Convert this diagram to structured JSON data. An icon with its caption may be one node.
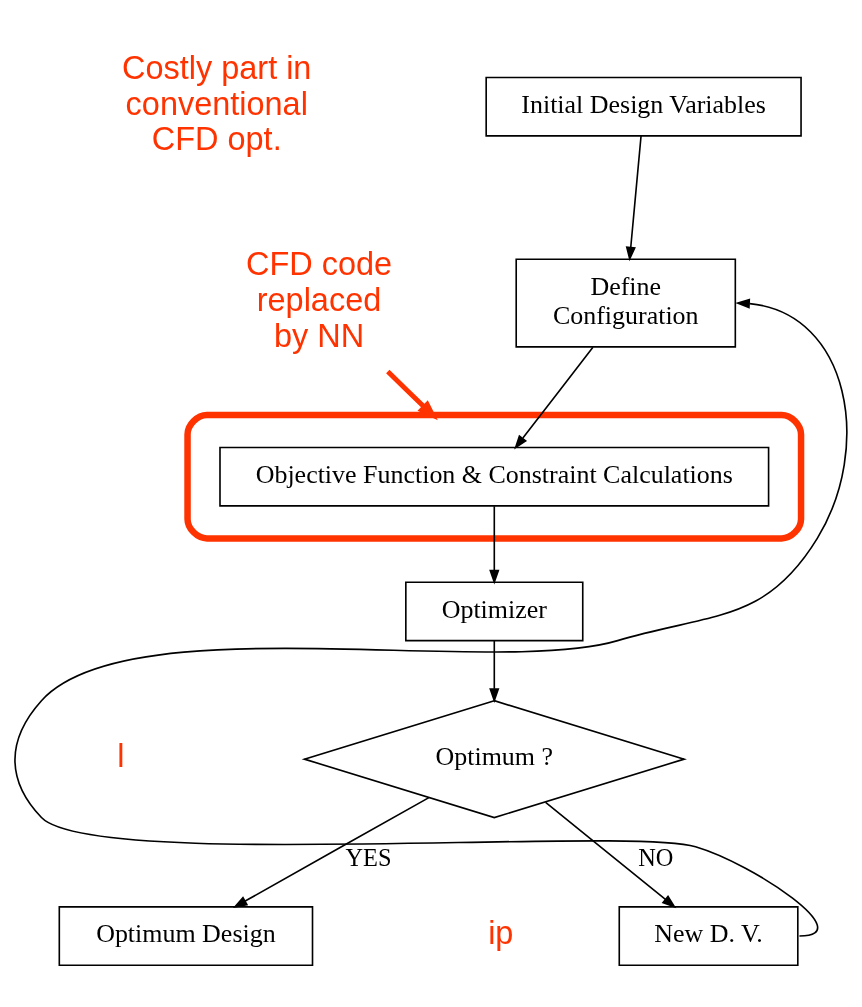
{
  "diagram": {
    "nodes": [
      {
        "text": [
          "Initial Design Variables"
        ]
      },
      {
        "text": [
          "Define Configuration"
        ]
      },
      {
        "text": [
          "CFD code replaced by NN"
        ]
      },
      {
        "text": [],
        "shape": "ellipse"
      },
      {
        "text": [
          "Objective Function & Constraint Calculations"
        ],
        "in": 3
      },
      {
        "text": [
          "Optimizer"
        ]
      },
      {
        "text": [
          "Optimum ?"
        ]
      },
      {
        "text": [
          "New D. V."
        ]
      },
      {
        "text": [
          "Optimum Design"
        ]
      }
    ],
    "edges": [
      {
        "from": 0,
        "to": 1,
        "arrow": "to"
      },
      {
        "from": 1,
        "to": 4,
        "arrow": "to"
      },
      {
        "from": 2,
        "to": 3,
        "arrow": "to",
        "style": "thick",
        "color": "#ff3300"
      },
      {
        "from": 4,
        "to": 5,
        "arrow": "to"
      },
      {
        "from": 5,
        "to": 6,
        "arrow": "to"
      },
      {
        "from": 6,
        "to": 8,
        "arrow": "to",
        "label": "YES"
      },
      {
        "from": 6,
        "to": 7,
        "arrow": "to",
        "label": "NO"
      },
      {
        "from": 7,
        "to": 1,
        "arrow": "to"
      }
    ],
    "labels": [
      "Costly part in conventional CFD opt.",
      "l",
      "ip"
    ]
  }
}
